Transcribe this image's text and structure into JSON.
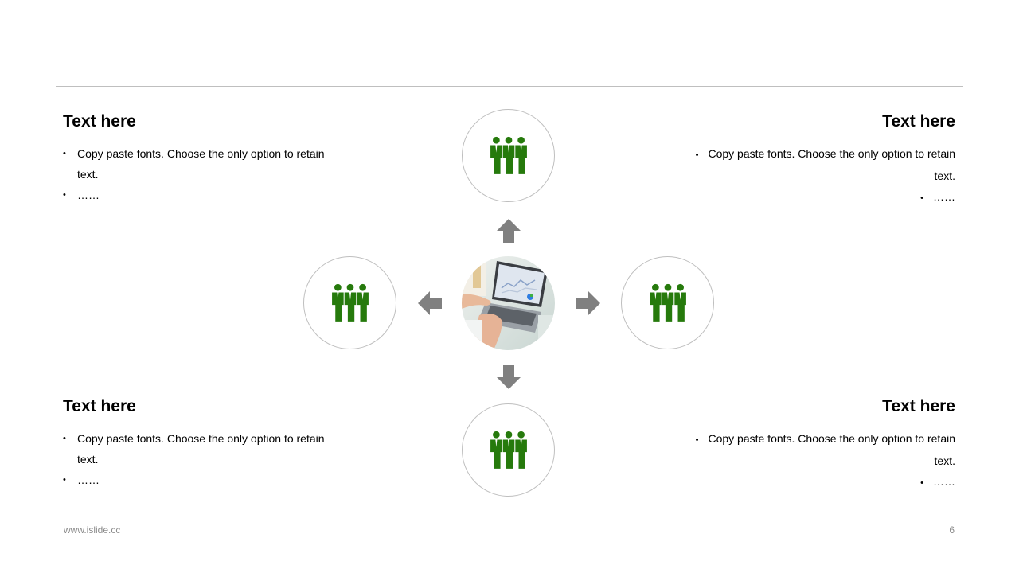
{
  "blocks": {
    "top_left": {
      "title": "Text here",
      "bullets": [
        "Copy paste fonts. Choose the only option to retain text.",
        "……"
      ]
    },
    "top_right": {
      "title": "Text here",
      "bullets": [
        "Copy paste fonts. Choose the only option to retain text.",
        "……"
      ]
    },
    "bottom_left": {
      "title": "Text here",
      "bullets": [
        "Copy paste fonts. Choose the only option to retain text.",
        "……"
      ]
    },
    "bottom_right": {
      "title": "Text here",
      "bullets": [
        "Copy paste fonts. Choose the only option to retain text.",
        "……"
      ]
    }
  },
  "icons": {
    "group": "people-group-icon",
    "arrow": "arrow-icon",
    "photo": "laptop-photo"
  },
  "colors": {
    "icon_green": "#267a0c",
    "arrow_gray": "#808080",
    "circle_border": "#bfbfbf",
    "rule": "#bfbfbf",
    "footer_text": "#8c8c8c"
  },
  "footer": {
    "url": "www.islide.cc",
    "page_number": "6"
  }
}
